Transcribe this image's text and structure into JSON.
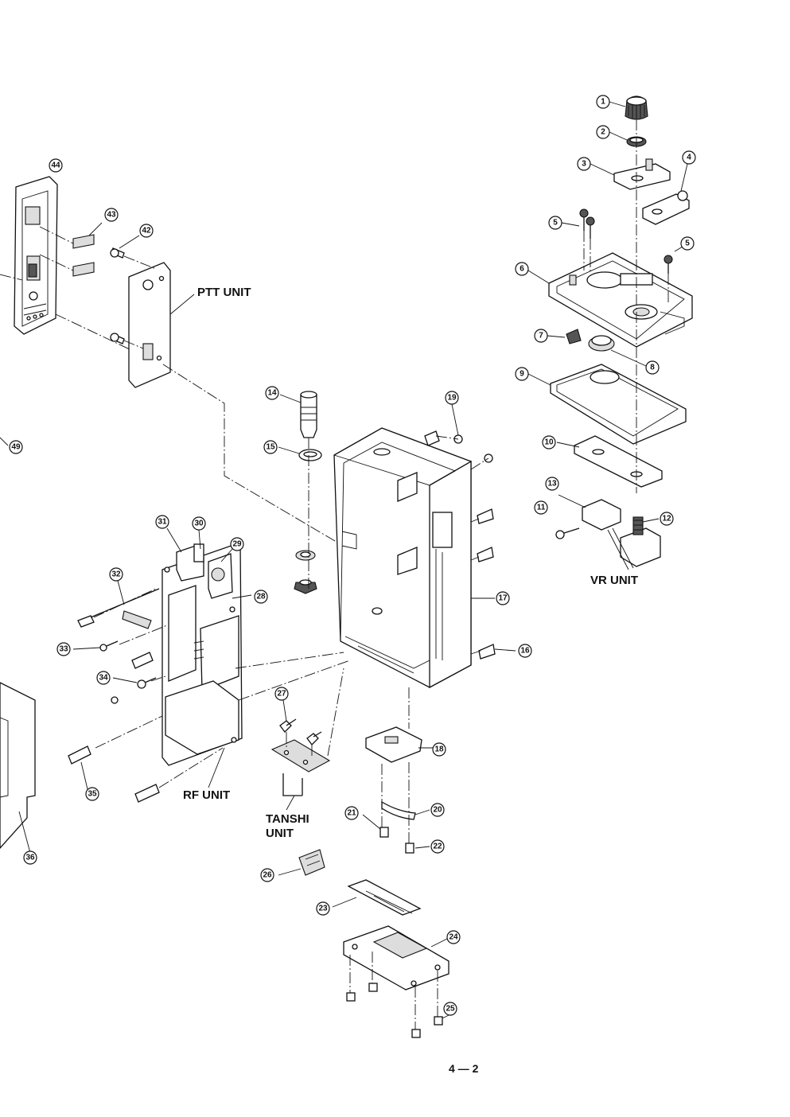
{
  "unit_labels": {
    "ptt": "PTT UNIT",
    "vr": "VR UNIT",
    "rf": "RF UNIT",
    "tanshi_line1": "TANSHI",
    "tanshi_line2": "UNIT"
  },
  "page_number": "4 — 2",
  "callouts": {
    "n1": "1",
    "n2": "2",
    "n3": "3",
    "n4": "4",
    "n5a": "5",
    "n5b": "5",
    "n6": "6",
    "n7": "7",
    "n8": "8",
    "n9": "9",
    "n10": "10",
    "n11": "11",
    "n12": "12",
    "n13": "13",
    "n14": "14",
    "n15": "15",
    "n16": "16",
    "n17": "17",
    "n18": "18",
    "n19": "19",
    "n20": "20",
    "n21": "21",
    "n22": "22",
    "n23": "23",
    "n24": "24",
    "n25": "25",
    "n26": "26",
    "n27": "27",
    "n28": "28",
    "n29": "29",
    "n30": "30",
    "n31": "31",
    "n32": "32",
    "n33": "33",
    "n34": "34",
    "n35": "35",
    "n36": "36",
    "n42": "42",
    "n43": "43",
    "n44": "44",
    "n49": "49"
  }
}
